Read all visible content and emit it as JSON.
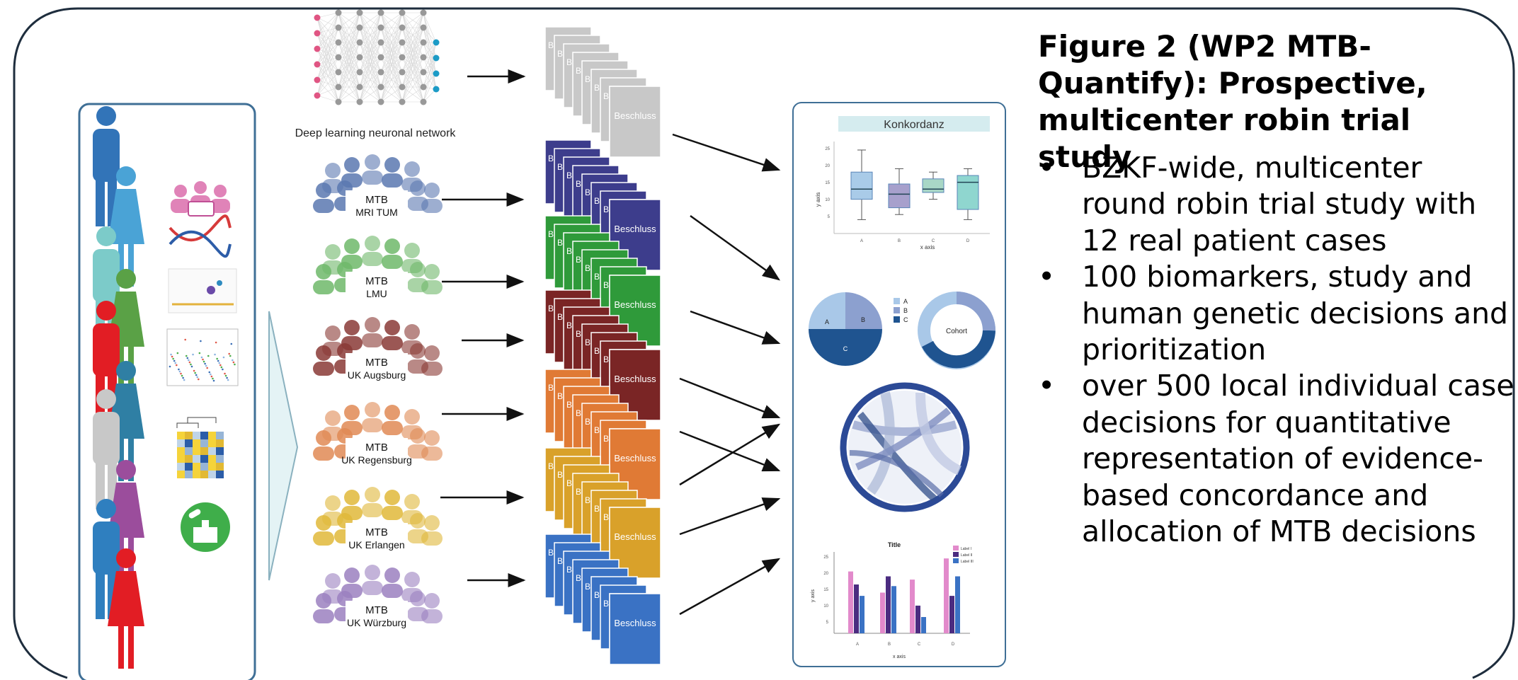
{
  "figure": {
    "title": "Figure 2 (WP2 MTB-Quantify): Prospective, multicenter robin trial study",
    "bullets": [
      "BZKF-wide, multicenter round robin trial study with 12 real patient cases",
      "100 biomarkers, study and human genetic decisions and prioritization",
      "over 500 local individual case decisions for quantitative representation of evidence-based concordance and allocation of MTB decisions"
    ]
  },
  "network": {
    "label": "Deep learning neuronal network"
  },
  "groups": [
    {
      "line1": "MTB",
      "line2": "MRI TUM",
      "color": "#5b78b0"
    },
    {
      "line1": "MTB",
      "line2": "LMU",
      "color": "#6fb86a"
    },
    {
      "line1": "MTB",
      "line2": "UK Augsburg",
      "color": "#8a3a36"
    },
    {
      "line1": "MTB",
      "line2": "UK Regensburg",
      "color": "#e08a55"
    },
    {
      "line1": "MTB",
      "line2": "UK Erlangen",
      "color": "#e0b83a"
    },
    {
      "line1": "MTB",
      "line2": "UK Würzburg",
      "color": "#9b80c0"
    }
  ],
  "stacks": [
    {
      "color": "#c8c8c8",
      "label": "Beschluss",
      "stub": "Be"
    },
    {
      "color": "#3d3d8c",
      "label": "Beschluss",
      "stub": "Be"
    },
    {
      "color": "#2f9a3a",
      "label": "Beschluss",
      "stub": "Be"
    },
    {
      "color": "#7a2525",
      "label": "Beschluss",
      "stub": "Be"
    },
    {
      "color": "#e07a35",
      "label": "Beschluss",
      "stub": "Be"
    },
    {
      "color": "#d9a12a",
      "label": "Beschluss",
      "stub": "Be"
    },
    {
      "color": "#3a72c4",
      "label": "Beschluss",
      "stub": "Be"
    }
  ],
  "results": {
    "boxplot_title": "Konkordanz",
    "boxplot_xlabel": "x axis",
    "boxplot_ylabel": "y axis",
    "boxplot_yticks": [
      "25",
      "20",
      "15",
      "10",
      "5"
    ],
    "boxplot_categories": [
      "A",
      "B",
      "C",
      "D"
    ],
    "pie_labels": [
      "A",
      "B",
      "C"
    ],
    "pie_legend": [
      "A",
      "B",
      "C"
    ],
    "donut_label": "Cohort",
    "bar_title": "Title",
    "bar_xlabel": "x axis",
    "bar_ylabel": "y axis",
    "bar_yticks": [
      "25",
      "20",
      "15",
      "10",
      "5"
    ],
    "bar_categories": [
      "A",
      "B",
      "C",
      "D"
    ],
    "bar_legend": [
      "Label I",
      "Label II",
      "Label III"
    ]
  },
  "colors": {
    "frame": "#1e2d3d",
    "panel_border": "#3f6f96",
    "arrow": "#111111",
    "chevron_fill": "#e4f3f5",
    "chevron_stroke": "#8ab1bf"
  },
  "chart_data": [
    {
      "type": "box",
      "title": "Konkordanz",
      "xlabel": "x axis",
      "ylabel": "y axis",
      "ylim": [
        0,
        25
      ],
      "categories": [
        "A",
        "B",
        "C",
        "D"
      ],
      "boxes": [
        {
          "min": 4.5,
          "q1": 10.5,
          "median": 13.5,
          "q3": 18.5,
          "max": 25
        },
        {
          "min": 6,
          "q1": 8,
          "median": 12,
          "q3": 15,
          "max": 19.5
        },
        {
          "min": 10.5,
          "q1": 12.5,
          "median": 13.5,
          "q3": 16.5,
          "max": 18.5
        },
        {
          "min": 4.5,
          "q1": 7.5,
          "median": 15.5,
          "q3": 17.5,
          "max": 19.5
        }
      ],
      "colors": [
        "#a9cbe8",
        "#a7a0cc",
        "#a8d7c6",
        "#8fd6cf"
      ]
    },
    {
      "type": "pie",
      "labels": [
        "A",
        "B",
        "C"
      ],
      "values": [
        25,
        25,
        50
      ],
      "colors": [
        "#a9c8e8",
        "#8ca0cf",
        "#1f5490"
      ]
    },
    {
      "type": "bar",
      "title": "Title",
      "xlabel": "x axis",
      "ylabel": "y axis",
      "ylim": [
        0,
        25
      ],
      "categories": [
        "A",
        "B",
        "C",
        "D"
      ],
      "series": [
        {
          "name": "Label I",
          "values": [
            19,
            12.5,
            16.5,
            23
          ],
          "color": "#e28acb"
        },
        {
          "name": "Label II",
          "values": [
            15,
            17.5,
            8.5,
            11.5
          ],
          "color": "#4b2c80"
        },
        {
          "name": "Label III",
          "values": [
            11.5,
            14.5,
            5,
            17.5
          ],
          "color": "#3a72c4"
        }
      ]
    }
  ]
}
